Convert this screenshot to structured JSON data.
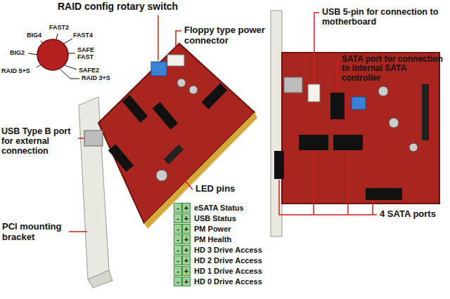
{
  "diagram": {
    "labels": [
      "RAID config rotary switch",
      "FAST2",
      "BIG4",
      "FAST4",
      "BIG2",
      "SAFE FAST",
      "RAID 5+S",
      "SAFE2",
      "RAID 3+S",
      "Floppy type power connector",
      "USB Type B port for external connection",
      "LED pins",
      "PCI mounting bracket",
      "-",
      "+",
      "eSATA Status",
      "-",
      "+",
      "USB Status",
      "-",
      "+",
      "PM Power",
      "-",
      "+",
      "PM Health",
      "-",
      "+",
      "HD 3 Drive Access",
      "-",
      "+",
      "HD 2 Drive Access",
      "-",
      "+",
      "HD 1 Drive Access",
      "-",
      "+",
      "HD 0 Drive Access",
      "USB 5-pin for connection to motherboard",
      "SATA port for connection to internal SATA controller",
      "4 SATA ports"
    ]
  }
}
